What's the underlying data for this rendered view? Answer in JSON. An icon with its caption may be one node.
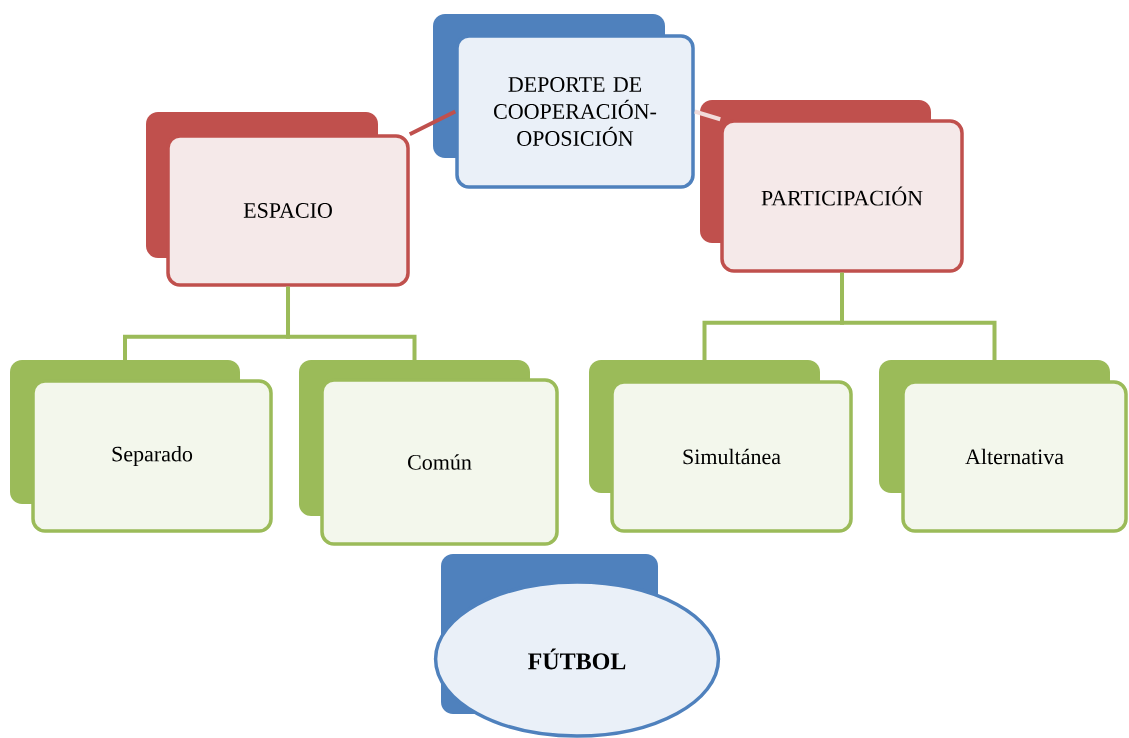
{
  "diagram": {
    "nodes": [
      {
        "text": [
          "DEPORTE DE COOPERACIÓN-OPOSICIÓN"
        ]
      },
      {
        "text": [
          "ESPACIO"
        ]
      },
      {
        "text": [
          "PARTICIPACIÓN"
        ]
      },
      {
        "text": [
          "Separado"
        ]
      },
      {
        "text": [
          "Común"
        ]
      },
      {
        "text": [
          "Simultánea"
        ]
      },
      {
        "text": [
          "Alternativa"
        ]
      },
      {
        "text": [
          "FÚTBOL"
        ]
      }
    ],
    "edges": [
      {
        "from": 0,
        "to": 1,
        "arrow": "none",
        "color": "#c0504d"
      },
      {
        "from": 0,
        "to": 2,
        "arrow": "none",
        "color": "#f2dcdb"
      },
      {
        "from": 1,
        "to": 3,
        "arrow": "none"
      },
      {
        "from": 1,
        "to": 4,
        "arrow": "none"
      },
      {
        "from": 2,
        "to": 5,
        "arrow": "none"
      },
      {
        "from": 2,
        "to": 6,
        "arrow": "none"
      }
    ]
  }
}
